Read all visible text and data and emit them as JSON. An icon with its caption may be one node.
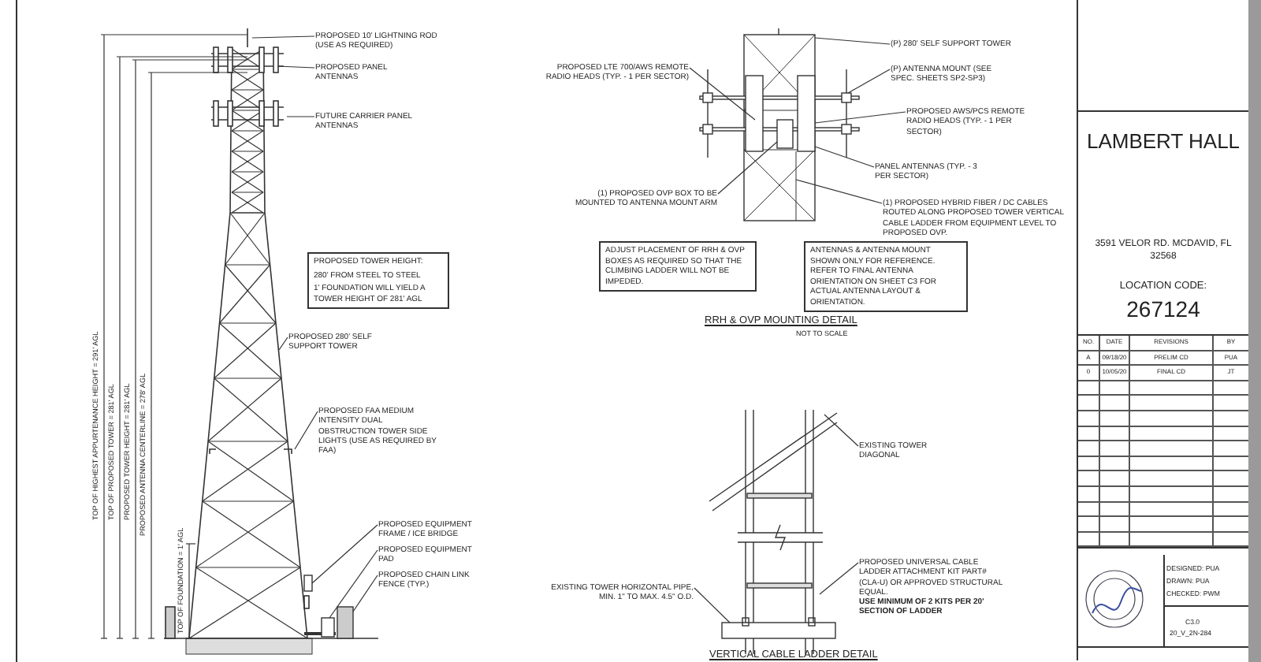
{
  "diagram": {
    "nodes": [
      {
        "text": [
          "PROPOSED 10' LIGHTNING ROD (USE AS REQUIRED)"
        ]
      },
      {
        "text": [
          "PROPOSED PANEL ANTENNAS"
        ]
      },
      {
        "text": [
          "FUTURE CARRIER PANEL ANTENNAS"
        ]
      },
      {
        "text": [
          "PROPOSED TOWER HEIGHT:",
          "280' FROM STEEL TO STEEL",
          "1' FOUNDATION WILL YIELD A TOWER HEIGHT OF 281' AGL"
        ]
      },
      {
        "text": [
          "PROPOSED 280' SELF SUPPORT TOWER"
        ]
      },
      {
        "text": [
          "PROPOSED FAA MEDIUM INTENSITY DUAL OBSTRUCTION TOWER SIDE LIGHTS (USE AS REQUIRED BY FAA)"
        ]
      },
      {
        "text": [
          "PROPOSED EQUIPMENT FRAME / ICE BRIDGE"
        ]
      },
      {
        "text": [
          "PROPOSED EQUIPMENT PAD"
        ]
      },
      {
        "text": [
          "PROPOSED CHAIN LINK FENCE (TYP.)"
        ]
      },
      {
        "text": [
          "(P) 280' SELF SUPPORT TOWER"
        ]
      },
      {
        "text": [
          "(P) ANTENNA MOUNT (SEE SPEC. SHEETS SP2-SP3)"
        ]
      },
      {
        "text": [
          "PROPOSED LTE 700/AWS REMOTE RADIO HEADS (TYP. - 1 PER SECTOR)"
        ]
      },
      {
        "text": [
          "PROPOSED AWS/PCS REMOTE RADIO HEADS (TYP. - 1 PER SECTOR)"
        ]
      },
      {
        "text": [
          "PANEL ANTENNAS (TYP. - 3 PER SECTOR)"
        ]
      },
      {
        "text": [
          "(1) PROPOSED OVP BOX TO BE MOUNTED TO ANTENNA MOUNT ARM"
        ]
      },
      {
        "text": [
          "(1) PROPOSED HYBRID FIBER / DC CABLES ROUTED ALONG PROPOSED TOWER VERTICAL CABLE LADDER FROM EQUIPMENT LEVEL TO PROPOSED OVP."
        ]
      },
      {
        "text": [
          "ADJUST PLACEMENT OF RRH & OVP BOXES AS REQUIRED SO THAT THE CLIMBING LADDER WILL NOT BE IMPEDED."
        ]
      },
      {
        "text": [
          "ANTENNAS & ANTENNA MOUNT SHOWN ONLY FOR REFERENCE. REFER TO FINAL ANTENNA ORIENTATION ON SHEET C3 FOR ACTUAL ANTENNA LAYOUT & ORIENTATION."
        ]
      },
      {
        "text": [
          "EXISTING TOWER DIAGONAL"
        ]
      },
      {
        "text": [
          "EXISTING TOWER HORIZONTAL PIPE, MIN. 1\" TO MAX. 4.5\" O.D."
        ]
      },
      {
        "text": [
          "PROPOSED UNIVERSAL CABLE LADDER ATTACHMENT KIT PART# (CLA-U) OR APPROVED STRUCTURAL EQUAL.",
          "**USE MINIMUM OF 2 KITS PER 20' SECTION OF LADDER**"
        ]
      },
      {
        "text": [],
        "shape": "box"
      },
      {
        "text": [],
        "shape": "box"
      },
      {
        "text": [],
        "shape": "box"
      },
      {
        "text": [],
        "shape": "box"
      },
      {
        "text": [],
        "shape": "box"
      }
    ],
    "edges": [
      {
        "from": 0,
        "to": null,
        "arrow": "none"
      },
      {
        "from": 1,
        "to": null,
        "arrow": "none"
      },
      {
        "from": 2,
        "to": null,
        "arrow": "none"
      },
      {
        "from": 4,
        "to": null,
        "arrow": "none"
      },
      {
        "from": 5,
        "to": null,
        "arrow": "none"
      },
      {
        "from": 6,
        "to": 21,
        "arrow": "none"
      },
      {
        "from": 7,
        "to": 22,
        "arrow": "none"
      },
      {
        "from": 8,
        "to": 23,
        "arrow": "none"
      },
      {
        "from": 9,
        "to": null,
        "arrow": "none"
      },
      {
        "from": 10,
        "to": 24,
        "arrow": "none"
      },
      {
        "from": 11,
        "to": null,
        "arrow": "none"
      },
      {
        "from": 12,
        "to": null,
        "arrow": "none"
      },
      {
        "from": 13,
        "to": null,
        "arrow": "none"
      },
      {
        "from": 14,
        "to": 25,
        "arrow": "none"
      },
      {
        "from": 15,
        "to": null,
        "arrow": "none"
      },
      {
        "from": 18,
        "to": null,
        "arrow": "none"
      },
      {
        "from": 19,
        "to": null,
        "arrow": "none"
      },
      {
        "from": 20,
        "to": null,
        "arrow": "none"
      }
    ],
    "labels": [
      "TOP OF HIGHEST APPURTENANCE HEIGHT = 291' AGL",
      "TOP OF PROPOSED TOWER = 281' AGL",
      "PROPOSED TOWER HEIGHT = 281' AGL",
      "PROPOSED ANTENNA CENTERLINE = 278' AGL",
      "TOP OF FOUNDATION = 1' AGL",
      "RRH & OVP MOUNTING DETAIL",
      "NOT TO SCALE",
      "VERTICAL CABLE LADDER DETAIL",
      "LAMBERT HALL",
      "3591 VELOR RD. MCDAVID, FL 32568",
      "LOCATION CODE:",
      "267124",
      "NO.",
      "DATE",
      "REVISIONS",
      "BY",
      "A",
      "09/18/20",
      "PRELIM CD",
      "PUA",
      "0",
      "10/05/20",
      "FINAL CD",
      "JT",
      "DESIGNED: PUA",
      "DRAWN: PUA",
      "CHECKED: PWM",
      "C3.0",
      "20_V_2N-284"
    ]
  }
}
